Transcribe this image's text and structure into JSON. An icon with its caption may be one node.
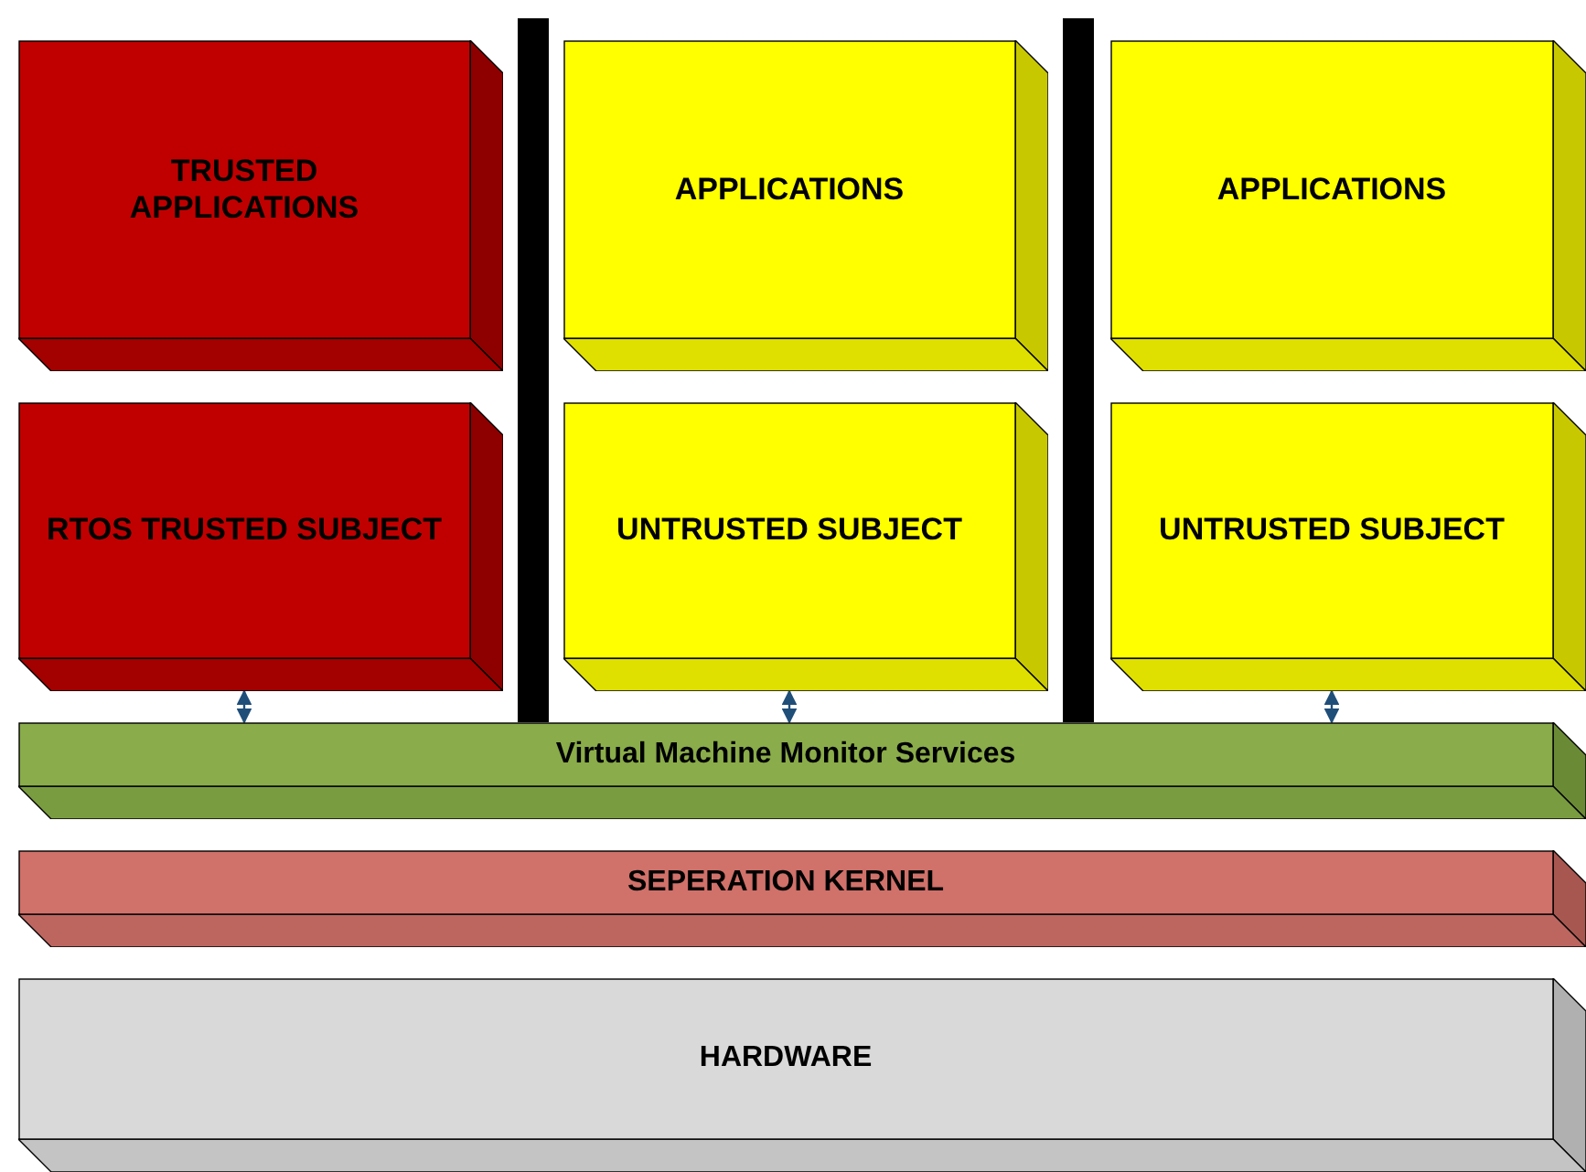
{
  "diagram": {
    "nodes": [
      {
        "text": [
          "TRUSTED APPLICATIONS"
        ]
      },
      {
        "text": [
          "APPLICATIONS"
        ]
      },
      {
        "text": [
          "APPLICATIONS"
        ]
      },
      {
        "text": [
          "RTOS TRUSTED SUBJECT"
        ]
      },
      {
        "text": [
          "UNTRUSTED SUBJECT"
        ]
      },
      {
        "text": [
          "UNTRUSTED SUBJECT"
        ]
      },
      {
        "text": [
          "Virtual Machine Monitor Services"
        ]
      },
      {
        "text": [
          "SEPERATION KERNEL"
        ]
      },
      {
        "text": [
          "HARDWARE"
        ]
      }
    ],
    "edges": [
      {
        "from": 3,
        "to": 6,
        "arrow": "both"
      },
      {
        "from": 4,
        "to": 6,
        "arrow": "both"
      },
      {
        "from": 5,
        "to": 6,
        "arrow": "both"
      }
    ]
  }
}
